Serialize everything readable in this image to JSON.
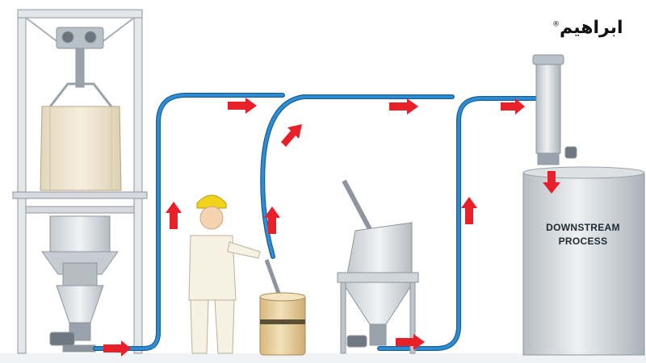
{
  "brand": {
    "name": "ابراهيم",
    "mark": "®"
  },
  "process": {
    "line1": "DOWNSTREAM",
    "line2": "PROCESS"
  },
  "colors": {
    "conveying_line": "#2b8ed6",
    "flow_arrow": "#e8202a",
    "steel": "#c9cfd4",
    "frame": "#e3e6e9",
    "bulk_bag": "#efe6d2",
    "drum": "#e9d4a6",
    "safety_helmet": "#f3d21b"
  },
  "icons": {
    "flow": "red-arrow-icon",
    "safety_helmet": "hard-hat-icon"
  }
}
